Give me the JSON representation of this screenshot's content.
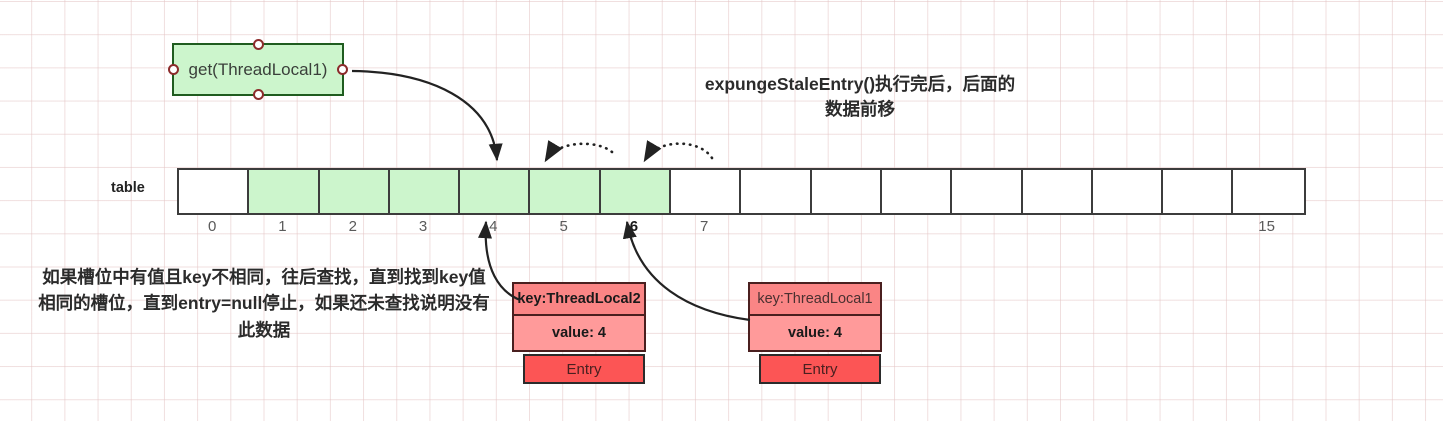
{
  "diagram": {
    "title_note": "expungeStaleEntry()执行完后，后面的数据前移",
    "method_node": {
      "label": "get(ThreadLocal1)"
    },
    "left_note": "如果槽位中有值且key不相同，往后查找，直到找到key值相同的槽位，直到entry=null停止，如果还未查找说明没有此数据",
    "table": {
      "label": "table",
      "cells": [
        {
          "index": "0",
          "filled": false
        },
        {
          "index": "1",
          "filled": true
        },
        {
          "index": "2",
          "filled": true
        },
        {
          "index": "3",
          "filled": true
        },
        {
          "index": "4",
          "filled": true
        },
        {
          "index": "5",
          "filled": true
        },
        {
          "index": "6",
          "filled": true
        },
        {
          "index": "7",
          "filled": false
        },
        {
          "index": "",
          "filled": false
        },
        {
          "index": "",
          "filled": false
        },
        {
          "index": "",
          "filled": false
        },
        {
          "index": "",
          "filled": false
        },
        {
          "index": "",
          "filled": false
        },
        {
          "index": "",
          "filled": false
        },
        {
          "index": "",
          "filled": false
        },
        {
          "index": "15",
          "filled": false
        }
      ],
      "highlight_index": "6"
    },
    "entries": [
      {
        "key": "key:ThreadLocal2",
        "value": "value: 4",
        "name": "Entry",
        "slot": "4"
      },
      {
        "key": "key:ThreadLocal1",
        "value": "value: 4",
        "name": "Entry",
        "slot": "6"
      }
    ],
    "colors": {
      "node_fill": "#ccf5cc",
      "node_border": "#1f5c1f",
      "handle_border": "#8c2b2b",
      "entry_key_fill": "#fa8585",
      "entry_value_fill": "#ff9a9a",
      "entry_name_fill": "#fc5555",
      "cell_border": "#3c3c3c",
      "grid": "#e4c4c4"
    }
  }
}
